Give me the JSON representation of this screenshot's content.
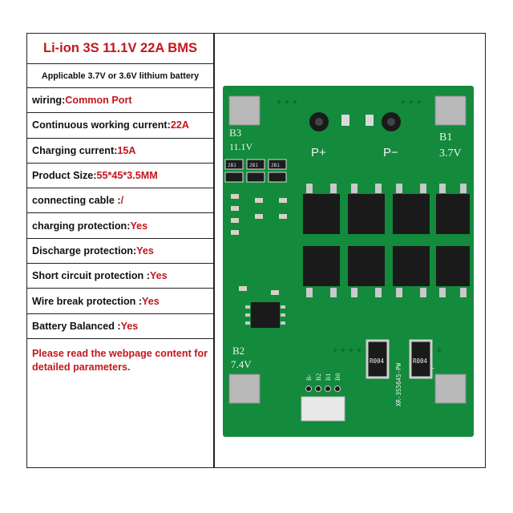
{
  "title": "Li-ion 3S 11.1V 22A BMS",
  "subtitle": "Applicable 3.7V or 3.6V lithium battery",
  "specs": [
    {
      "label": "wiring:",
      "value": "Common Port"
    },
    {
      "label": "Continuous working current:",
      "value": "22A"
    },
    {
      "label": "Charging current:",
      "value": "15A"
    },
    {
      "label": "Product Size:",
      "value": "55*45*3.5MM"
    },
    {
      "label": "connecting cable :",
      "value": "/"
    },
    {
      "label": "charging protection: ",
      "value": "Yes"
    },
    {
      "label": "Discharge protection: ",
      "value": "Yes"
    },
    {
      "label": "Short circuit protection :",
      "value": "Yes"
    },
    {
      "label": "Wire break protection :",
      "value": "Yes"
    },
    {
      "label": "Battery Balanced :",
      "value": "Yes"
    }
  ],
  "note": "Please read the webpage content for detailed parameters.",
  "board": {
    "b3": "B3",
    "v3": "11.1V",
    "b1": "B1",
    "v1": "3.7V",
    "b2": "B2",
    "v2": "7.4V",
    "p_plus": "P+",
    "p_minus": "P−",
    "b_minus": "B−",
    "res1": "R004",
    "res2": "R004",
    "smd": "2B1",
    "pins": [
      "B-",
      "B2",
      "B1",
      "B0"
    ],
    "part_no": "XR-3S5645-PW",
    "colors": {
      "pcb": "#138a3c",
      "pad": "#b9b9b9",
      "text": "#f2f2f2"
    }
  },
  "colors": {
    "accent": "#c4161c",
    "text": "#111111",
    "border": "#222222"
  }
}
